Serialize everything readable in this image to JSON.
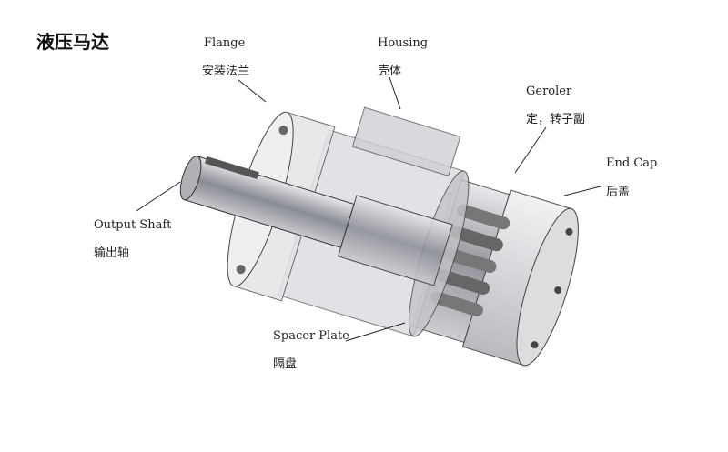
{
  "title": "液压马达",
  "labels": {
    "flange": {
      "en": "Flange",
      "cn": "安装法兰"
    },
    "housing": {
      "en": "Housing",
      "cn": "壳体"
    },
    "geroler": {
      "en": "Geroler",
      "cn": "定，转子副"
    },
    "end_cap": {
      "en": "End Cap",
      "cn": "后盖"
    },
    "output_shaft": {
      "en": "Output Shaft",
      "cn": "输出轴"
    },
    "spacer_plate": {
      "en": "Spacer Plate",
      "cn": "隔盘"
    }
  }
}
